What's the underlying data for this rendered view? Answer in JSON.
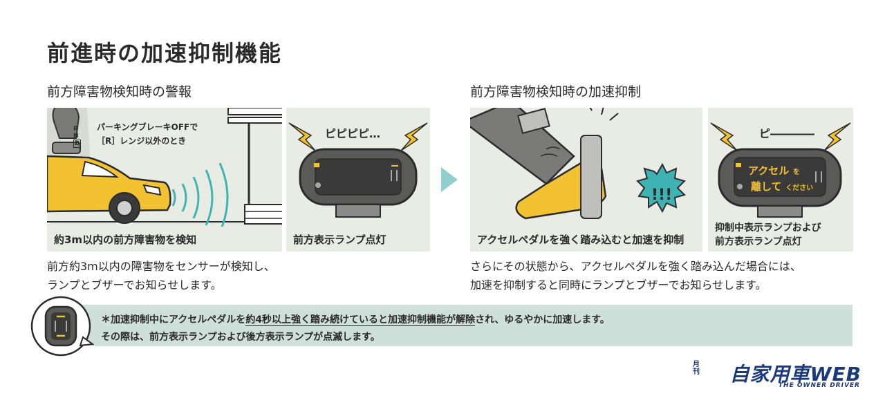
{
  "title": "前進時の加速抑制機能",
  "left": {
    "heading": "前方障害物検知時の警報",
    "shift_callout": [
      "パーキングブレーキOFFで",
      "［R］レンジ以外のとき"
    ],
    "gear_letters": [
      "R",
      "N",
      "D"
    ],
    "panel1_label": "約3m以内の前方障害物を検知",
    "beep_text": "ピピピピ…",
    "panel2_label": "前方表示ランプ点灯",
    "body": [
      "前方約3m以内の障害物をセンサーが検知し、",
      "ランプとブザーでお知らせします。"
    ]
  },
  "right": {
    "heading": "前方障害物検知時の加速抑制",
    "exclaim": "!!!",
    "panel3_label": "アクセルペダルを強く踏み込むと加速を抑制",
    "beep_text": "ピ――――",
    "display_line1": "アクセル",
    "display_particle1": "を",
    "display_line2": "離して",
    "display_particle2": "ください",
    "panel4_label": [
      "抑制中表示ランプおよび",
      "前方表示ランプ点灯"
    ],
    "body": [
      "さらにその状態から、アクセルペダルを強く踏み込んだ場合には、",
      "加速を抑制すると同時にランプとブザーでお知らせします。"
    ]
  },
  "note": {
    "line1_prefix": "＊加速抑制中にアクセルペダルを",
    "line1_underlined": "約4秒以上強く踏み続けていると加速抑制機能が解除",
    "line1_suffix": "され、ゆるやかに加速します。",
    "line2": "その際は、前方表示ランプおよび後方表示ランプが点滅します。"
  },
  "logo": {
    "small": "月刊",
    "main": "自家用車WEB",
    "sub": "THE OWNER DRIVER"
  },
  "colors": {
    "panel_bg": "#e9ece4",
    "car_yellow": "#f2c230",
    "teal": "#3fb3b3",
    "lightning": "#f2c230",
    "note_bg": "#cfe0da",
    "logo_blue": "#1b3a7a"
  }
}
